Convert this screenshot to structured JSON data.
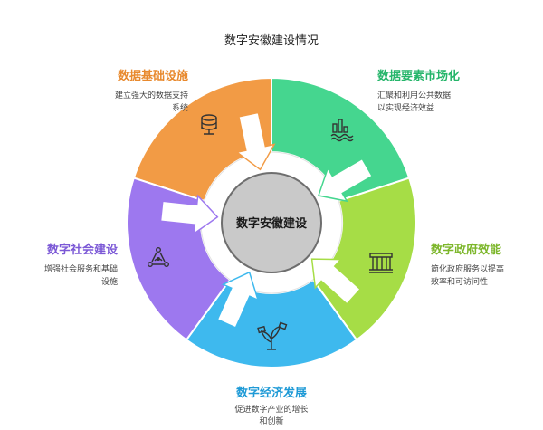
{
  "title": "数字安徽建设情况",
  "center": {
    "label": "数字安徽建设",
    "color": "#c9c9c9"
  },
  "segments": [
    {
      "key": "data-infrastructure",
      "title": "数据基础设施",
      "description": [
        "建立强大的数据支持",
        "系统"
      ],
      "color": "#f29b45",
      "title_color": "#e8892d",
      "icon": "database-icon"
    },
    {
      "key": "data-marketization",
      "title": "数据要素市场化",
      "description": [
        "汇聚和利用公共数据",
        "以实现经济效益"
      ],
      "color": "#45d68f",
      "title_color": "#25b56a",
      "icon": "chart-waves-icon"
    },
    {
      "key": "government-efficiency",
      "title": "数字政府效能",
      "description": [
        "简化政府服务以提高",
        "效率和可访问性"
      ],
      "color": "#a6dd46",
      "title_color": "#7cb62a",
      "icon": "government-building-icon"
    },
    {
      "key": "economic-development",
      "title": "数字经济发展",
      "description": [
        "促进数字产业的增长",
        "和创新"
      ],
      "color": "#3eb9ee",
      "title_color": "#1e9ad6",
      "icon": "money-plant-icon"
    },
    {
      "key": "social-construction",
      "title": "数字社会建设",
      "description": [
        "增强社会服务和基础",
        "设施"
      ],
      "color": "#9d78ef",
      "title_color": "#7b58d6",
      "icon": "community-network-icon"
    }
  ]
}
